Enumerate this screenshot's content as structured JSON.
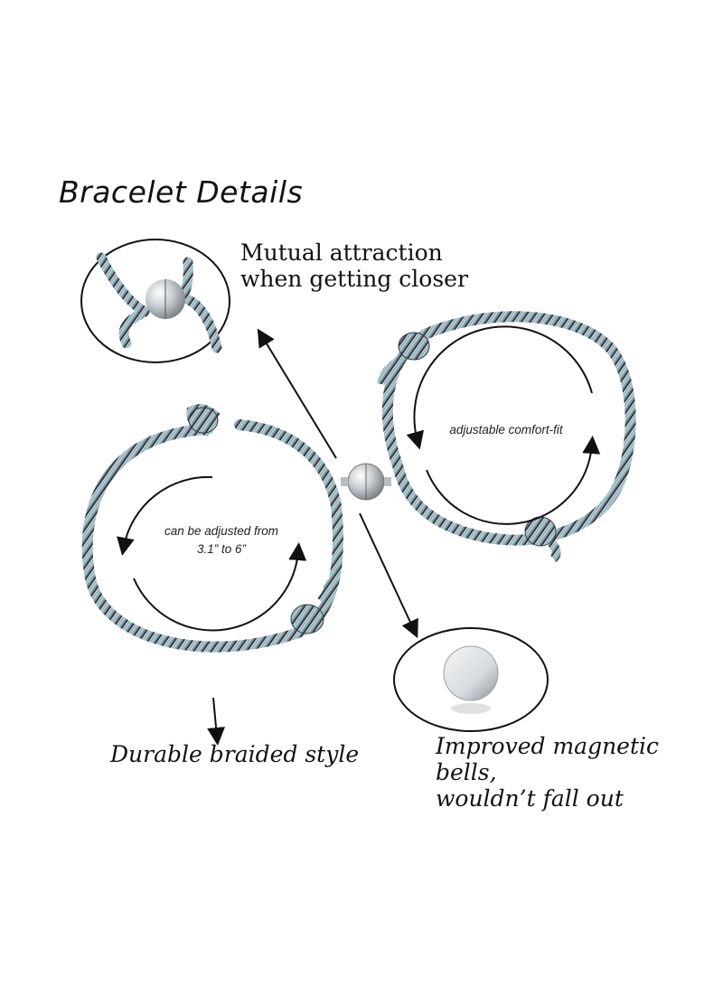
{
  "title": "Bracelet Details",
  "callouts": {
    "attraction_line1": "Mutual attraction",
    "attraction_line2": "when getting closer",
    "braided": "Durable braided style",
    "bells_line1": "Improved magnetic bells,",
    "bells_line2": "wouldn’t fall out"
  },
  "notes": {
    "left_line1": "can be adjusted from",
    "left_line2": "3.1” to 6”",
    "right": "adjustable comfort-fit"
  },
  "colors": {
    "cord_main": "#8a9aa3",
    "cord_light": "#a9cfd6",
    "cord_dark": "#2f3a44",
    "magnet": "#c9cdd1",
    "text": "#111111"
  }
}
